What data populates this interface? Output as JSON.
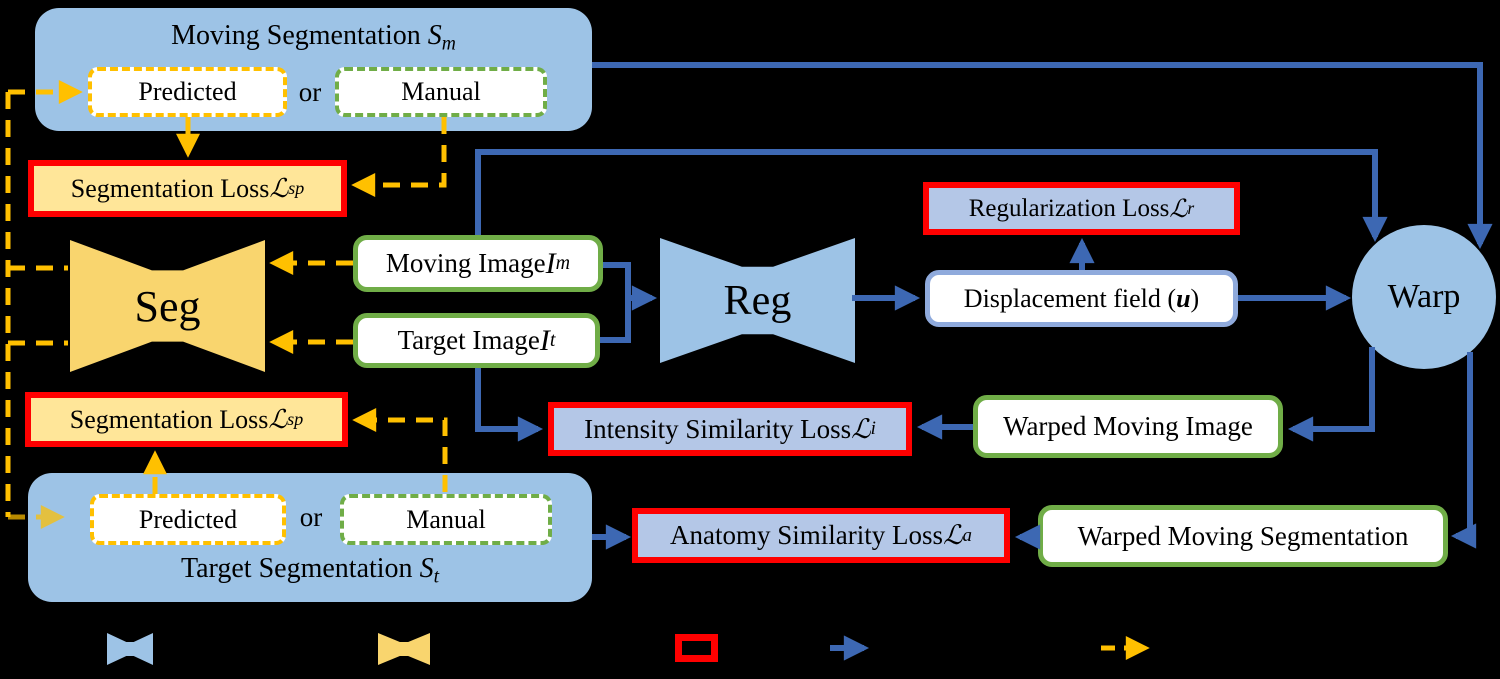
{
  "colors": {
    "panel_blue": "#9DC3E6",
    "loss_blue": "#B4C7E7",
    "net_yellow": "#F9D56E",
    "loss_yellow": "#FFE699",
    "dash_yellow": "#FFC000",
    "green": "#70AD47",
    "arrow_blue": "#3D68B3",
    "red": "#FF0000",
    "displacement_border": "#8FAADC"
  },
  "panels": {
    "moving_segmentation": {
      "title": "Moving Segmentation ",
      "symbol": "S",
      "symbol_sub": "m",
      "predicted": "Predicted",
      "or": "or",
      "manual": "Manual"
    },
    "target_segmentation": {
      "title": "Target Segmentation ",
      "symbol": "S",
      "symbol_sub": "t",
      "predicted": "Predicted",
      "or": "or",
      "manual": "Manual"
    }
  },
  "networks": {
    "seg": "Seg",
    "reg": "Reg"
  },
  "warp": {
    "label": "Warp"
  },
  "boxes": {
    "segmentation_loss_top": {
      "label": "Segmentation Loss ",
      "symbol": "ℒ",
      "sub": "sp"
    },
    "segmentation_loss_bottom": {
      "label": "Segmentation Loss ",
      "symbol": "ℒ",
      "sub": "sp"
    },
    "moving_image": {
      "label": "Moving Image ",
      "symbol": "I",
      "sub": "m"
    },
    "target_image": {
      "label": "Target Image ",
      "symbol": "I",
      "sub": "t"
    },
    "regularization_loss": {
      "label": "Regularization Loss ",
      "symbol": "ℒ",
      "sub": "r"
    },
    "displacement_field": {
      "prefix": "Displacement field (",
      "vector": "u",
      "suffix": ")"
    },
    "intensity_loss": {
      "label": "Intensity Similarity Loss ",
      "symbol": "ℒ",
      "sub": "i"
    },
    "anatomy_loss": {
      "label": "Anatomy Similarity Loss ",
      "symbol": "ℒ",
      "sub": "a"
    },
    "warped_moving_image": {
      "label": "Warped Moving Image"
    },
    "warped_moving_segmentation": {
      "label": "Warped Moving Segmentation"
    }
  },
  "legend": {
    "items": [
      {
        "icon": "blue-bowtie-icon"
      },
      {
        "icon": "yellow-bowtie-icon"
      },
      {
        "icon": "red-outline-box-icon"
      },
      {
        "icon": "blue-arrow-icon"
      },
      {
        "icon": "yellow-dashed-arrow-icon"
      }
    ]
  }
}
